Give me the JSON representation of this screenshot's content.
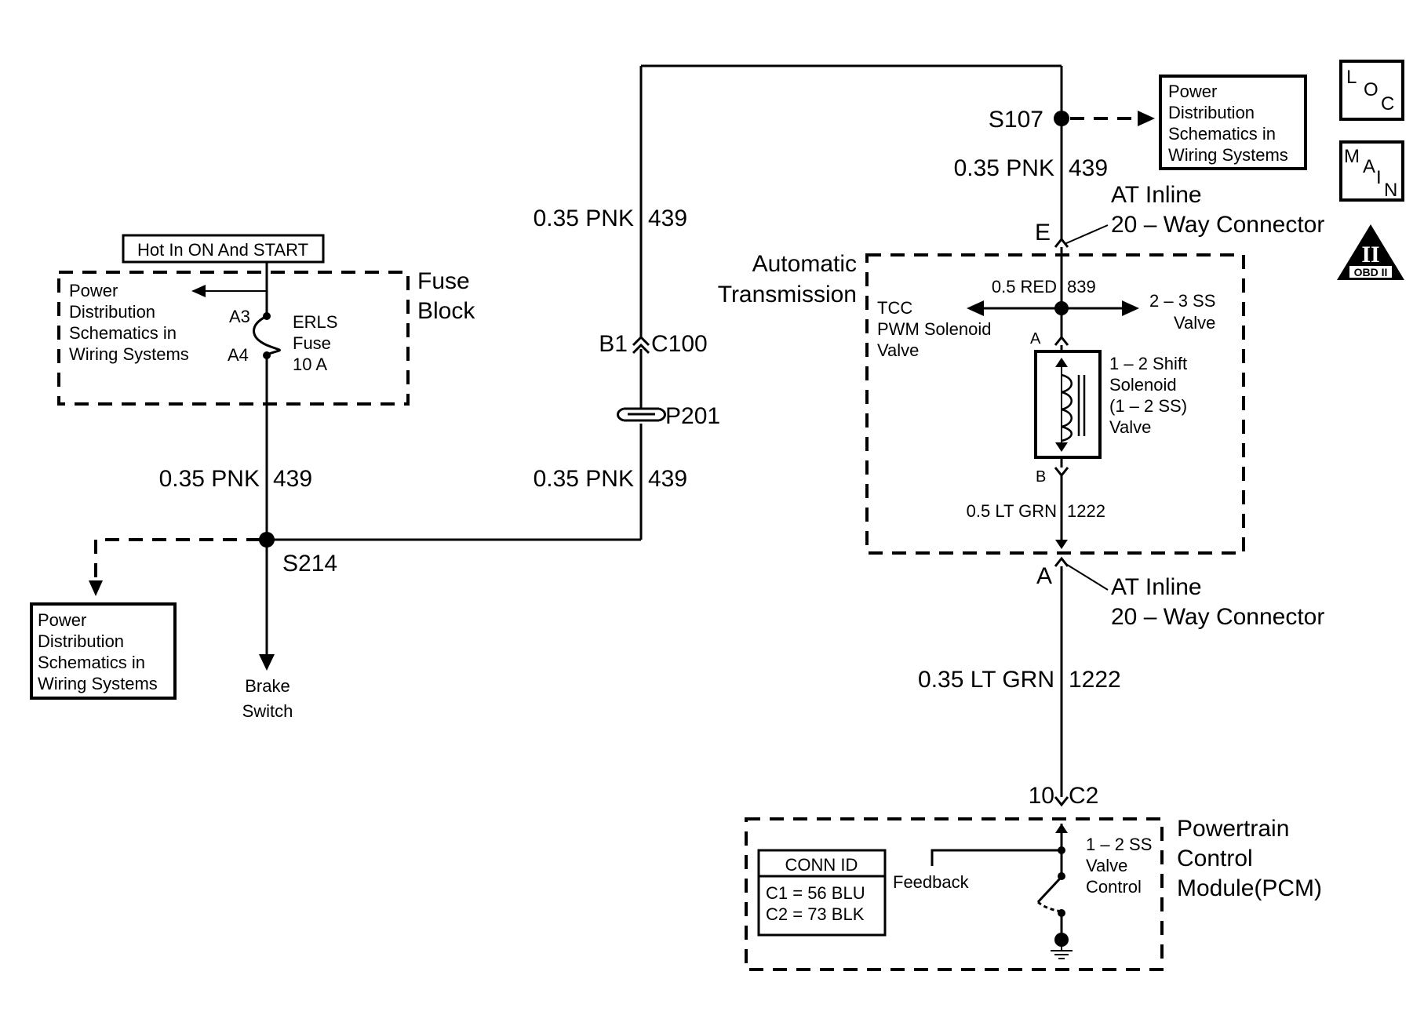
{
  "colors": {
    "ink": "#000000",
    "paper": "#ffffff"
  },
  "left": {
    "hot_label": "Hot In ON And START",
    "fuse_block_line1": "Fuse",
    "fuse_block_line2": "Block",
    "pd_ref_line1": "Power",
    "pd_ref_line2": "Distribution",
    "pd_ref_line3": "Schematics in",
    "pd_ref_line4": "Wiring Systems",
    "pin_a3": "A3",
    "pin_a4": "A4",
    "fuse_line1": "ERLS",
    "fuse_line2": "Fuse",
    "fuse_line3": "10 A",
    "wire_size": "0.35 PNK",
    "wire_circuit": "439",
    "splice": "S214",
    "brake_line1": "Brake",
    "brake_line2": "Switch",
    "pd_box_line1": "Power",
    "pd_box_line2": "Distribution",
    "pd_box_line3": "Schematics in",
    "pd_box_line4": "Wiring Systems"
  },
  "middle": {
    "upper_wire_size": "0.35 PNK",
    "upper_wire_circuit": "439",
    "connector_pin": "B1",
    "connector_name": "C100",
    "pass_through": "P201",
    "lower_wire_size": "0.35 PNK",
    "lower_wire_circuit": "439"
  },
  "right": {
    "splice": "S107",
    "pd_box_line1": "Power",
    "pd_box_line2": "Distribution",
    "pd_box_line3": "Schematics in",
    "pd_box_line4": "Wiring Systems",
    "top_wire_size": "0.35 PNK",
    "top_wire_circuit": "439",
    "inline_top_line1": "AT Inline",
    "inline_top_line2": "20 – Way Connector",
    "pin_e": "E",
    "trans_line1": "Automatic",
    "trans_line2": "Transmission",
    "red_wire_size": "0.5 RED",
    "red_wire_circuit": "839",
    "tcc_line1": "TCC",
    "tcc_line2": "PWM Solenoid",
    "tcc_line3": "Valve",
    "ss23_line1": "2 – 3 SS",
    "ss23_line2": "Valve",
    "pin_a_sol": "A",
    "shift_line1": "1 – 2 Shift",
    "shift_line2": "Solenoid",
    "shift_line3": "(1 – 2 SS)",
    "shift_line4": "Valve",
    "pin_b_sol": "B",
    "grn_wire_size": "0.5 LT GRN",
    "grn_wire_circuit": "1222",
    "pin_a_inline": "A",
    "inline_bot_line1": "AT Inline",
    "inline_bot_line2": "20 – Way Connector",
    "pcm_wire_size": "0.35 LT GRN",
    "pcm_wire_circuit": "1222",
    "pcm_pin": "10",
    "pcm_conn": "C2",
    "pcm_line1": "Powertrain",
    "pcm_line2": "Control",
    "pcm_line3": "Module(PCM)",
    "ss12_line1": "1 – 2 SS",
    "ss12_line2": "Valve",
    "ss12_line3": "Control",
    "feedback": "Feedback",
    "conn_id_title": "CONN ID",
    "conn_c1": "C1  =  56 BLU",
    "conn_c2": "C2  =  73 BLK"
  },
  "icons": {
    "loc_l": "L",
    "loc_o": "O",
    "loc_c": "C",
    "main_m": "M",
    "main_a": "A",
    "main_i": "I",
    "main_n": "N",
    "obd_numeral": "II",
    "obd_text": "OBD II"
  }
}
